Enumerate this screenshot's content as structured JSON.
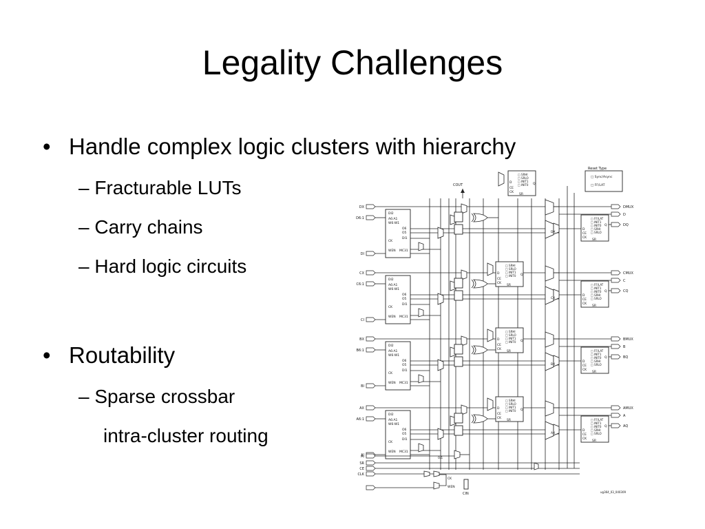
{
  "slide": {
    "title": "Legality Challenges",
    "bullets": [
      {
        "text": "Handle complex logic clusters with hierarchy",
        "subs": [
          "– Fracturable LUTs",
          "– Carry chains",
          "– Hard logic circuits"
        ]
      },
      {
        "text": "Routability",
        "subs": [
          "– Sparse crossbar",
          "intra-cluster routing"
        ]
      }
    ],
    "bullet_symbol": "•"
  },
  "figure": {
    "reset_type": {
      "title": "Reset Type",
      "options": [
        "Sync/Async",
        "FF/LAT"
      ]
    },
    "cout": "COUT",
    "cin": "CIN",
    "slice_inputs": [
      [
        "DX",
        "D6:1",
        "DI"
      ],
      [
        "CX",
        "C6:1",
        "CI"
      ],
      [
        "BX",
        "B6:1",
        "BI"
      ],
      [
        "AX",
        "A6:1",
        "AI"
      ]
    ],
    "control_inputs": [
      "SR",
      "CE",
      "CLK"
    ],
    "outputs": [
      [
        "DMUX",
        "D",
        "DQ"
      ],
      [
        "CMUX",
        "C",
        "CQ"
      ],
      [
        "BMUX",
        "B",
        "BQ"
      ],
      [
        "AMUX",
        "A",
        "AQ"
      ]
    ],
    "lut": {
      "top": "DI2",
      "addr": [
        "A6:A1",
        "W6:W1"
      ],
      "outs": [
        "O6",
        "O5"
      ],
      "mid": "DI1",
      "ck": "CK",
      "wen": "WEN",
      "mc": "MC31"
    },
    "ff_left": {
      "pins": [
        "D",
        "CE",
        "CK"
      ],
      "q": "Q",
      "sr": "SR",
      "opts": [
        "SRHI",
        "SRLO",
        "INIT1",
        "INIT0"
      ]
    },
    "ff_right": {
      "pins": [
        "D",
        "CE",
        "CK"
      ],
      "q": "Q",
      "sr": "SR",
      "opts": [
        "FF/LAT",
        "INIT1",
        "INIT0",
        "SRHI",
        "SRLO"
      ]
    },
    "mux_labels": [
      "DX",
      "CX",
      "BX",
      "AX"
    ],
    "gnd_label": "0/1",
    "ck_label": "CK",
    "wen_label": "WEN",
    "figure_id": "ug364_03_040309"
  }
}
